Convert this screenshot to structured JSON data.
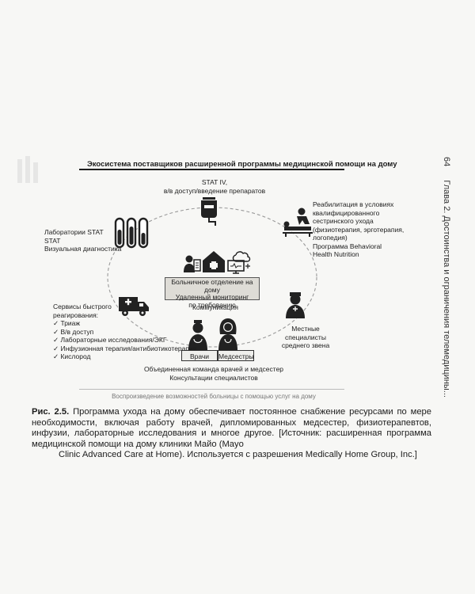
{
  "sidebar": {
    "page_number": "64",
    "running_head": "Глава 2. Достоинства и ограничения телемедицины..."
  },
  "figure": {
    "title": "Экосистема поставщиков расширенной программы медицинской помощи на дому",
    "stat_iv": [
      "STAT IV,",
      "в/в доступ/введение препаратов"
    ],
    "labs": [
      "Лаборатории STAT",
      "STAT",
      "Визуальная диагностика"
    ],
    "rehab": [
      "Реабилитация в условиях",
      "квалифицированного",
      "сестринского ухода",
      "(физиотерапия, эрготерапия,",
      "логопедия)",
      "Программа Behavioral",
      "Health Nutrition"
    ],
    "emergency_title": [
      "Сервисы быстрого",
      "реагирования:"
    ],
    "emergency_items": [
      "Триаж",
      "В/в доступ",
      "Лабораторные исследования/ЭКГ",
      "Инфузионная терапия/антибиотикотерапия",
      "Кислород"
    ],
    "hub": [
      "Больничное отделение на дому",
      "Удаленный мониторинг",
      "по требованию"
    ],
    "communication": "Коммуникация",
    "local_nurses": [
      "Местные",
      "специалисты",
      "среднего звена"
    ],
    "team_buttons": {
      "doctors": "Врачи",
      "nurses": "Медсестры"
    },
    "team_caption": [
      "Объединенная команда врачей и медсестер",
      "Консультации специалистов"
    ],
    "bottom_caption": "Воспроизведение возможностей больницы с помощью услуг на дому"
  },
  "caption": {
    "label": "Рис. 2.5.",
    "text": "Программа ухода на дому обеспечивает постоянное снабжение ресурсами по мере необходимости, включая работу врачей, дипломированных медсестер, физиотерапевтов, инфузии, лабораторные исследования и многое другое. [Источник: расширенная программа медицинской помощи на дому клиники Майо (Mayo",
    "last_line": "Clinic Advanced Care at Home). Используется с разрешения Medically Home Group, Inc.]"
  }
}
